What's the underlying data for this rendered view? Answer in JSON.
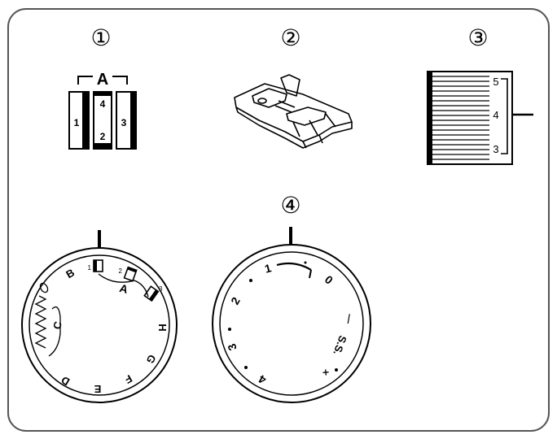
{
  "panels": {
    "p1": {
      "number": "①"
    },
    "p2": {
      "number": "②"
    },
    "p3": {
      "number": "③"
    },
    "p4": {
      "number": "④"
    }
  },
  "needle_plate": {
    "group_label": "A",
    "slot_left": "1",
    "slot_mid_top": "4",
    "slot_mid_bottom": "2",
    "slot_right": "3"
  },
  "length_dial": {
    "tick_top": "5",
    "tick_mid": "4",
    "tick_bottom": "3"
  },
  "pattern_dial": {
    "letter_a": "A",
    "letter_b": "B",
    "letter_c": "C",
    "letter_d": "D",
    "letter_e": "E",
    "letter_f": "F",
    "letter_g": "G",
    "letter_h": "H",
    "pos_1": "1",
    "pos_2": "2",
    "pos_3": "3"
  },
  "stitch_length_dial": {
    "num_0": "0",
    "num_1": "1",
    "num_2": "2",
    "num_3": "3",
    "num_4": "4",
    "ss_label": "S.S.",
    "dash": "—"
  }
}
